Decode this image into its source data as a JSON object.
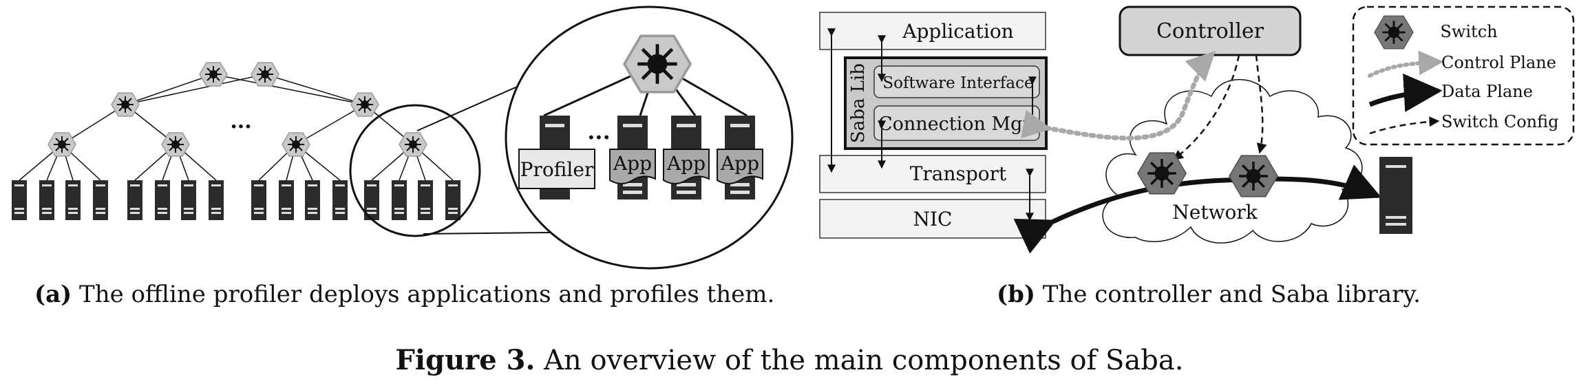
{
  "panel_a": {
    "ellipsis_top": "...",
    "ellipsis_zoom": "...",
    "profiler_label": "Profiler",
    "app_labels": [
      "App",
      "App",
      "App"
    ]
  },
  "panel_b": {
    "stack": {
      "application": "Application",
      "saba_lib": "Saba Lib",
      "software_interface": "Software Interface",
      "connection_mgr": "Connection Mgr.",
      "transport": "Transport",
      "nic": "NIC"
    },
    "controller": "Controller",
    "network": "Network",
    "legend": {
      "switch": "Switch",
      "control_plane": "Control Plane",
      "data_plane": "Data Plane",
      "switch_config": "Switch Config"
    }
  },
  "captions": {
    "a_tag": "(a)",
    "a_text": " The offline profiler deploys applications and profiles them.",
    "b_tag": "(b)",
    "b_text": " The controller and Saba library.",
    "main_tag": "Figure 3.",
    "main_text": " An overview of the main components of Saba."
  }
}
